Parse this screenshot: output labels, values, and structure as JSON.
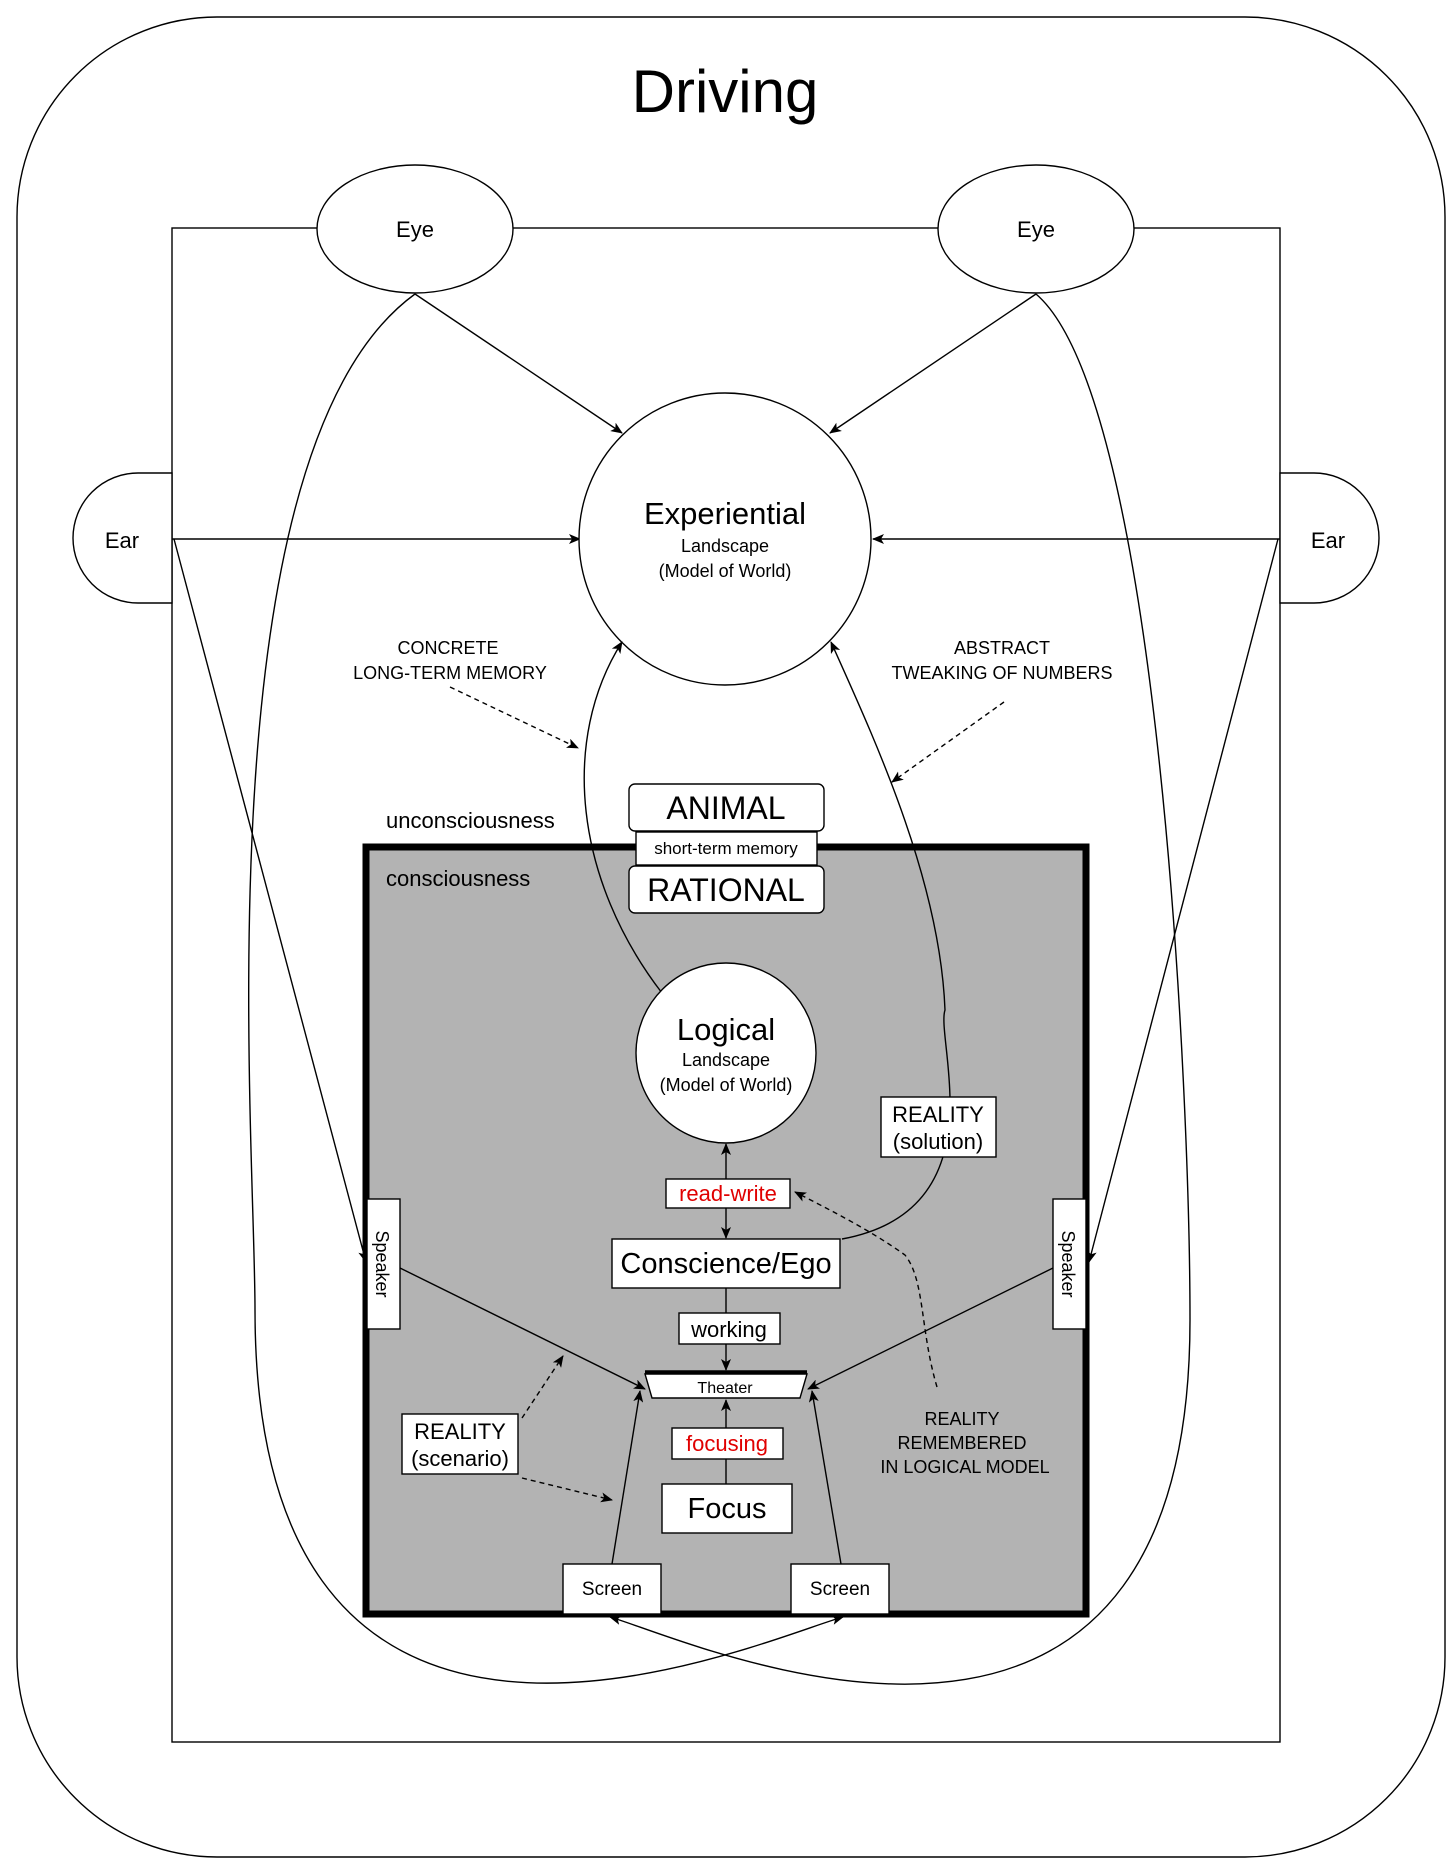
{
  "title": "Driving",
  "sensors": {
    "eye_left": "Eye",
    "eye_right": "Eye",
    "ear_left": "Ear",
    "ear_right": "Ear"
  },
  "experiential": {
    "title": "Experiential",
    "line1": "Landscape",
    "line2": "(Model of World)"
  },
  "annotations": {
    "concrete_line1": "CONCRETE",
    "concrete_line2": "LONG-TERM MEMORY",
    "abstract_line1": "ABSTRACT",
    "abstract_line2": "TWEAKING OF NUMBERS",
    "remembered_line1": "REALITY",
    "remembered_line2": "REMEMBERED",
    "remembered_line3": "IN LOGICAL MODEL"
  },
  "layers": {
    "unconsciousness": "unconsciousness",
    "consciousness": "consciousness"
  },
  "memory": {
    "animal": "ANIMAL",
    "short_term": "short-term memory",
    "rational": "RATIONAL"
  },
  "logical": {
    "title": "Logical",
    "line1": "Landscape",
    "line2": "(Model of World)"
  },
  "solution": {
    "line1": "REALITY",
    "line2": "(solution)"
  },
  "scenario": {
    "line1": "REALITY",
    "line2": "(scenario)"
  },
  "flow": {
    "read_write": "read-write",
    "conscience": "Conscience/Ego",
    "working": "working",
    "theater": "Theater",
    "focusing": "focusing",
    "focus": "Focus"
  },
  "devices": {
    "speaker_left": "Speaker",
    "speaker_right": "Speaker",
    "screen_left": "Screen",
    "screen_right": "Screen"
  },
  "colors": {
    "consciousness_fill": "#b3b3b3",
    "highlight_text": "#e00000"
  }
}
